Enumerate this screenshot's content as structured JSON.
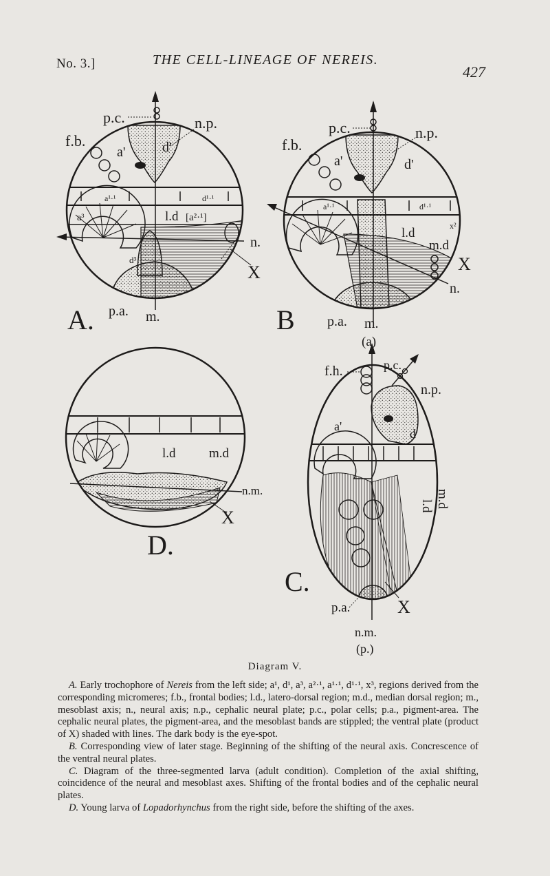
{
  "header": {
    "journal_no": "No. 3.]",
    "running_title": "THE CELL-LINEAGE OF NEREIS.",
    "page_number": "427"
  },
  "figure_labels": {
    "panel_A": "A.",
    "panel_B": "B",
    "panel_C": "C.",
    "panel_D": "D.",
    "pc": "p.c.",
    "np": "n.p.",
    "fb": "f.b.",
    "fh": "f.h.",
    "a1": "a'",
    "d1": "d'",
    "a11": "a¹·¹",
    "d11": "d¹·¹",
    "a3": "a³",
    "d3": "d³",
    "ld": "l.d",
    "ld_bracket": "[a²·¹]",
    "md": "m.d",
    "n": "n.",
    "X": "X",
    "x2": "x²",
    "pa": "p.a.",
    "m": "m.",
    "nm": "n.m.",
    "a_paren": "(a)",
    "p_paren": "(p.)"
  },
  "caption": {
    "heading": "Diagram V.",
    "A_letter": "A.",
    "A_text": " Early trochophore of ",
    "A_genus": "Nereis",
    "A_rest": " from the left side; a¹, d¹, a³, a²·¹, a¹·¹, d¹·¹, x³, regions derived from the corresponding micromeres; f.b., frontal bodies; l.d., latero-dorsal region; m.d., median dorsal region; m., mesoblast axis; n., neural axis; n.p., cephalic neural plate; p.c., polar cells; p.a., pigment-area. The cephalic neural plates, the pigment-area, and the mesoblast bands are stippled; the ventral plate (product of X) shaded with lines. The dark body is the eye-spot.",
    "B_letter": "B.",
    "B_text": " Corresponding view of later stage. Beginning of the shifting of the neural axis. Concrescence of the ventral neural plates.",
    "C_letter": "C.",
    "C_text": " Diagram of the three-segmented larva (adult condition). Completion of the axial shifting, coincidence of the neural and mesoblast axes. Shifting of the frontal bodies and of the cephalic neural plates.",
    "D_letter": "D.",
    "D_text": " Young larva of ",
    "D_genus": "Lopadorhynchus",
    "D_rest": " from the right side, before the shifting of the axes."
  }
}
